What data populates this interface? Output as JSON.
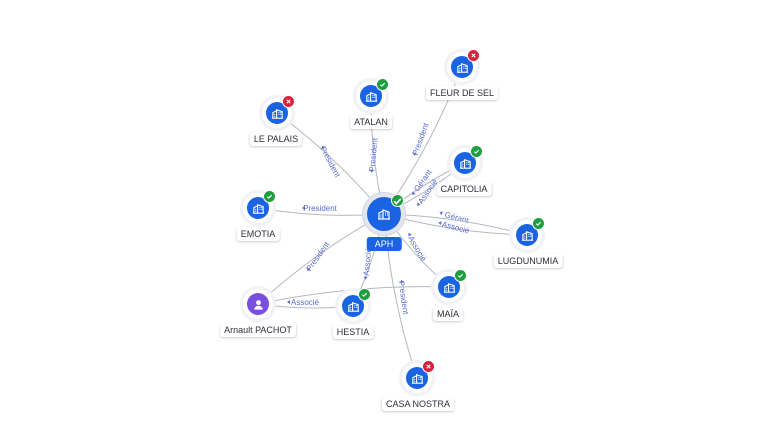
{
  "center": {
    "label": "APH",
    "status": "active",
    "icon": "building-icon"
  },
  "nodes": [
    {
      "id": "le-palais",
      "label": "LE PALAIS",
      "status": "closed",
      "icon": "building-icon"
    },
    {
      "id": "atalan",
      "label": "ATALAN",
      "status": "active",
      "icon": "building-icon"
    },
    {
      "id": "fleur-de-sel",
      "label": "FLEUR DE SEL",
      "status": "closed",
      "icon": "building-icon"
    },
    {
      "id": "capitolia",
      "label": "CAPITOLIA",
      "status": "active",
      "icon": "building-icon"
    },
    {
      "id": "emotia",
      "label": "EMOTIA",
      "status": "active",
      "icon": "building-icon"
    },
    {
      "id": "lugdunumia",
      "label": "LUGDUNUMIA",
      "status": "active",
      "icon": "building-icon"
    },
    {
      "id": "maia",
      "label": "MAÏA",
      "status": "active",
      "icon": "building-icon"
    },
    {
      "id": "hestia",
      "label": "HESTIA",
      "status": "active",
      "icon": "building-icon"
    },
    {
      "id": "arnault-pachot",
      "label": "Arnault PACHOT",
      "status": "person",
      "icon": "person-icon"
    },
    {
      "id": "casa-nostra",
      "label": "CASA NOSTRA",
      "status": "closed",
      "icon": "building-icon"
    }
  ],
  "edges": [
    {
      "from": "center",
      "to": "le-palais",
      "label": "President"
    },
    {
      "from": "center",
      "to": "atalan",
      "label": "President"
    },
    {
      "from": "center",
      "to": "fleur-de-sel",
      "label": "President"
    },
    {
      "from": "center",
      "to": "capitolia",
      "label": "Gérant"
    },
    {
      "from": "center",
      "to": "capitolia",
      "label": "Associé"
    },
    {
      "from": "center",
      "to": "emotia",
      "label": "President"
    },
    {
      "from": "center",
      "to": "lugdunumia",
      "label": "Gérant"
    },
    {
      "from": "center",
      "to": "lugdunumia",
      "label": "Associé"
    },
    {
      "from": "center",
      "to": "maia",
      "label": "Associé"
    },
    {
      "from": "center",
      "to": "hestia",
      "label": "Associé"
    },
    {
      "from": "center",
      "to": "casa-nostra",
      "label": "President"
    },
    {
      "from": "arnault-pachot",
      "to": "center",
      "label": "President"
    },
    {
      "from": "arnault-pachot",
      "to": "hestia",
      "label": "Associé"
    },
    {
      "from": "arnault-pachot",
      "to": "maia",
      "label": ""
    }
  ],
  "colors": {
    "accent": "#1a63e3",
    "active": "#1e9e3e",
    "closed": "#d8213b",
    "person": "#7a4fe0",
    "edge_label": "#5a6bd0"
  }
}
